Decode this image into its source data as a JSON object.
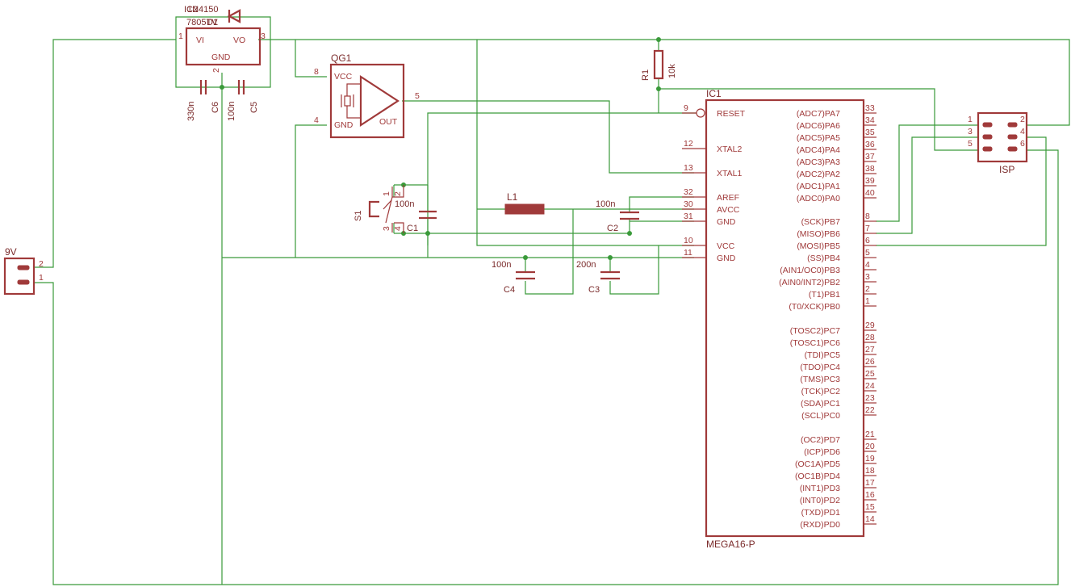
{
  "labels": {
    "regulator_value": "1N4150",
    "regulator_type": "7805TV",
    "regulator_id": "D1",
    "regulator_ref": "IC2",
    "vi": "VI",
    "vo": "VO",
    "gnd": "GND",
    "c6": "C6",
    "c6_value": "330n",
    "c5": "C5",
    "c5_value": "100n",
    "qg1": "QG1",
    "qg_vcc": "VCC",
    "qg_gnd": "GND",
    "qg_out": "OUT",
    "r1": "R1",
    "r1_value": "10k",
    "ic1": "IC1",
    "ic1_type": "MEGA16-P",
    "s1": "S1",
    "c1": "C1",
    "c1_value": "100n",
    "l1": "L1",
    "c2": "C2",
    "c2_value": "100n",
    "c4": "C4",
    "c4_value": "100n",
    "c3": "C3",
    "c3_value": "200n",
    "battery": "9V",
    "isp": "ISP"
  },
  "mega_left_pins": [
    {
      "num": "9",
      "name": "RESET"
    },
    {
      "num": "12",
      "name": "XTAL2"
    },
    {
      "num": "13",
      "name": "XTAL1"
    },
    {
      "num": "32",
      "name": "AREF"
    },
    {
      "num": "30",
      "name": "AVCC"
    },
    {
      "num": "31",
      "name": "GND"
    },
    {
      "num": "10",
      "name": "VCC"
    },
    {
      "num": "11",
      "name": "GND"
    }
  ],
  "mega_right_pins": [
    {
      "num": "33",
      "name": "(ADC7)PA7"
    },
    {
      "num": "34",
      "name": "(ADC6)PA6"
    },
    {
      "num": "35",
      "name": "(ADC5)PA5"
    },
    {
      "num": "36",
      "name": "(ADC4)PA4"
    },
    {
      "num": "37",
      "name": "(ADC3)PA3"
    },
    {
      "num": "38",
      "name": "(ADC2)PA2"
    },
    {
      "num": "39",
      "name": "(ADC1)PA1"
    },
    {
      "num": "40",
      "name": "(ADC0)PA0"
    },
    {
      "num": "8",
      "name": "(SCK)PB7"
    },
    {
      "num": "7",
      "name": "(MISO)PB6"
    },
    {
      "num": "6",
      "name": "(MOSI)PB5"
    },
    {
      "num": "5",
      "name": "(SS)PB4"
    },
    {
      "num": "4",
      "name": "(AIN1/OC0)PB3"
    },
    {
      "num": "3",
      "name": "(AIN0/INT2)PB2"
    },
    {
      "num": "2",
      "name": "(T1)PB1"
    },
    {
      "num": "1",
      "name": "(T0/XCK)PB0"
    },
    {
      "num": "29",
      "name": "(TOSC2)PC7"
    },
    {
      "num": "28",
      "name": "(TOSC1)PC6"
    },
    {
      "num": "27",
      "name": "(TDI)PC5"
    },
    {
      "num": "26",
      "name": "(TDO)PC4"
    },
    {
      "num": "25",
      "name": "(TMS)PC3"
    },
    {
      "num": "24",
      "name": "(TCK)PC2"
    },
    {
      "num": "23",
      "name": "(SDA)PC1"
    },
    {
      "num": "22",
      "name": "(SCL)PC0"
    },
    {
      "num": "21",
      "name": "(OC2)PD7"
    },
    {
      "num": "20",
      "name": "(ICP)PD6"
    },
    {
      "num": "19",
      "name": "(OC1A)PD5"
    },
    {
      "num": "18",
      "name": "(OC1B)PD4"
    },
    {
      "num": "17",
      "name": "(INT1)PD3"
    },
    {
      "num": "16",
      "name": "(INT0)PD2"
    },
    {
      "num": "15",
      "name": "(TXD)PD1"
    },
    {
      "num": "14",
      "name": "(RXD)PD0"
    }
  ],
  "pin_numbers": {
    "reg_1": "1",
    "reg_2": "2",
    "reg_3": "3",
    "qg_8": "8",
    "qg_4": "4",
    "qg_5": "5",
    "s1_1": "1",
    "s1_2": "2",
    "s1_3": "3",
    "s1_4": "4",
    "bat_2": "2",
    "bat_1": "1",
    "isp_1": "1",
    "isp_2": "2",
    "isp_3": "3",
    "isp_4": "4",
    "isp_5": "5",
    "isp_6": "6"
  },
  "colors": {
    "wire": "#3a9a3a",
    "component": "#a03a3a",
    "text": "#7a2a2a",
    "background": "#ffffff"
  }
}
